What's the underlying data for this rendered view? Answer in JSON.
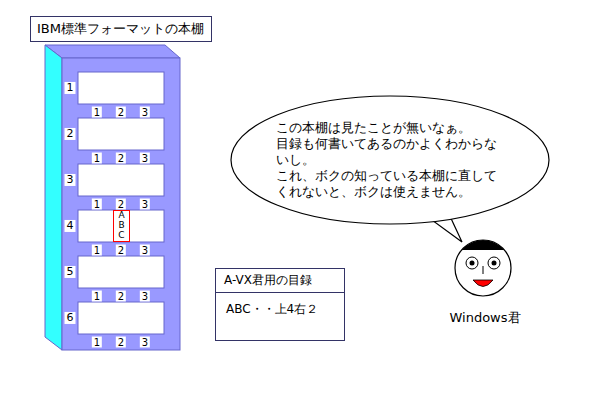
{
  "diagram": {
    "nodes": [
      {
        "text": [
          "IBM標準フォーマットの本棚"
        ]
      },
      {
        "text": [
          "この本棚は見たことが無いなぁ。",
          "目録も何書いてあるのかよくわからないし。",
          "これ、ボクの知っている本棚に直してくれないと、ボクは使えません。"
        ]
      },
      {
        "text": [
          "ABC"
        ]
      },
      {
        "text": [
          "A-VX君用の目録",
          "ABC・・上4右２"
        ]
      }
    ],
    "labels": [
      "1",
      "1",
      "2",
      "3",
      "2",
      "1",
      "2",
      "3",
      "3",
      "1",
      "2",
      "3",
      "4",
      "1",
      "2",
      "3",
      "5",
      "1",
      "2",
      "3",
      "6",
      "1",
      "2",
      "3",
      "Windows君"
    ]
  }
}
